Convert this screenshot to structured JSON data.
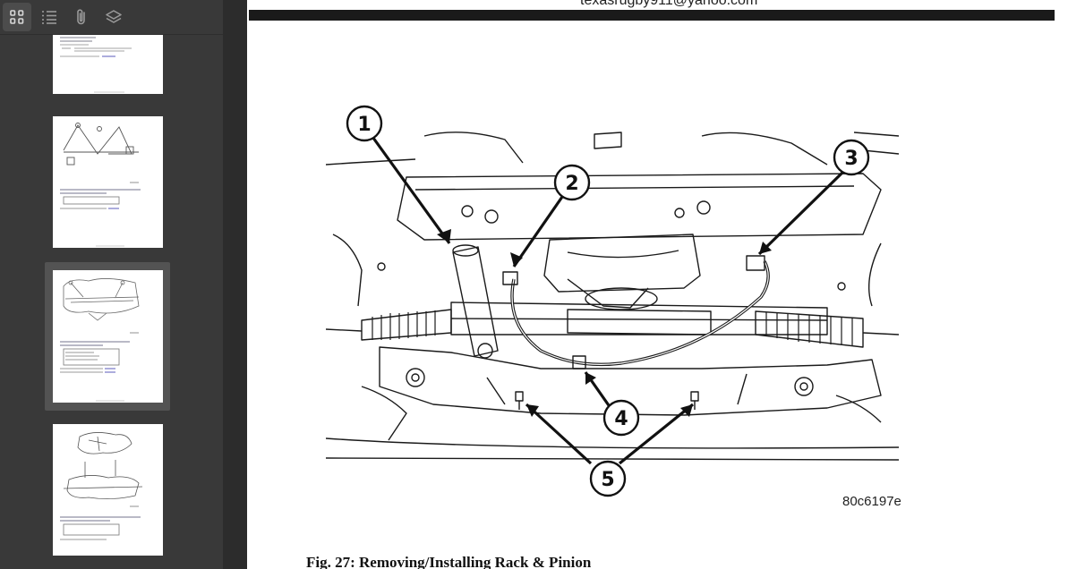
{
  "sidebar": {
    "tools": [
      {
        "name": "thumbnails",
        "icon": "grid-icon",
        "active": true
      },
      {
        "name": "outline",
        "icon": "list-icon",
        "active": false
      },
      {
        "name": "attachments",
        "icon": "paperclip-icon",
        "active": false
      },
      {
        "name": "layers",
        "icon": "layers-icon",
        "active": false
      }
    ],
    "selected_thumbnail": 3
  },
  "document": {
    "header_email": "texasrugby911@yahoo.com",
    "figure_code": "80c6197e",
    "callouts": [
      "1",
      "2",
      "3",
      "4",
      "5"
    ],
    "caption": "Fig. 27: Removing/Installing Rack & Pinion"
  },
  "colors": {
    "sidebar_bg": "#393939",
    "gutter_bg": "#2c2c2c",
    "selected_frame": "#535353",
    "page_bg": "#ffffff"
  }
}
